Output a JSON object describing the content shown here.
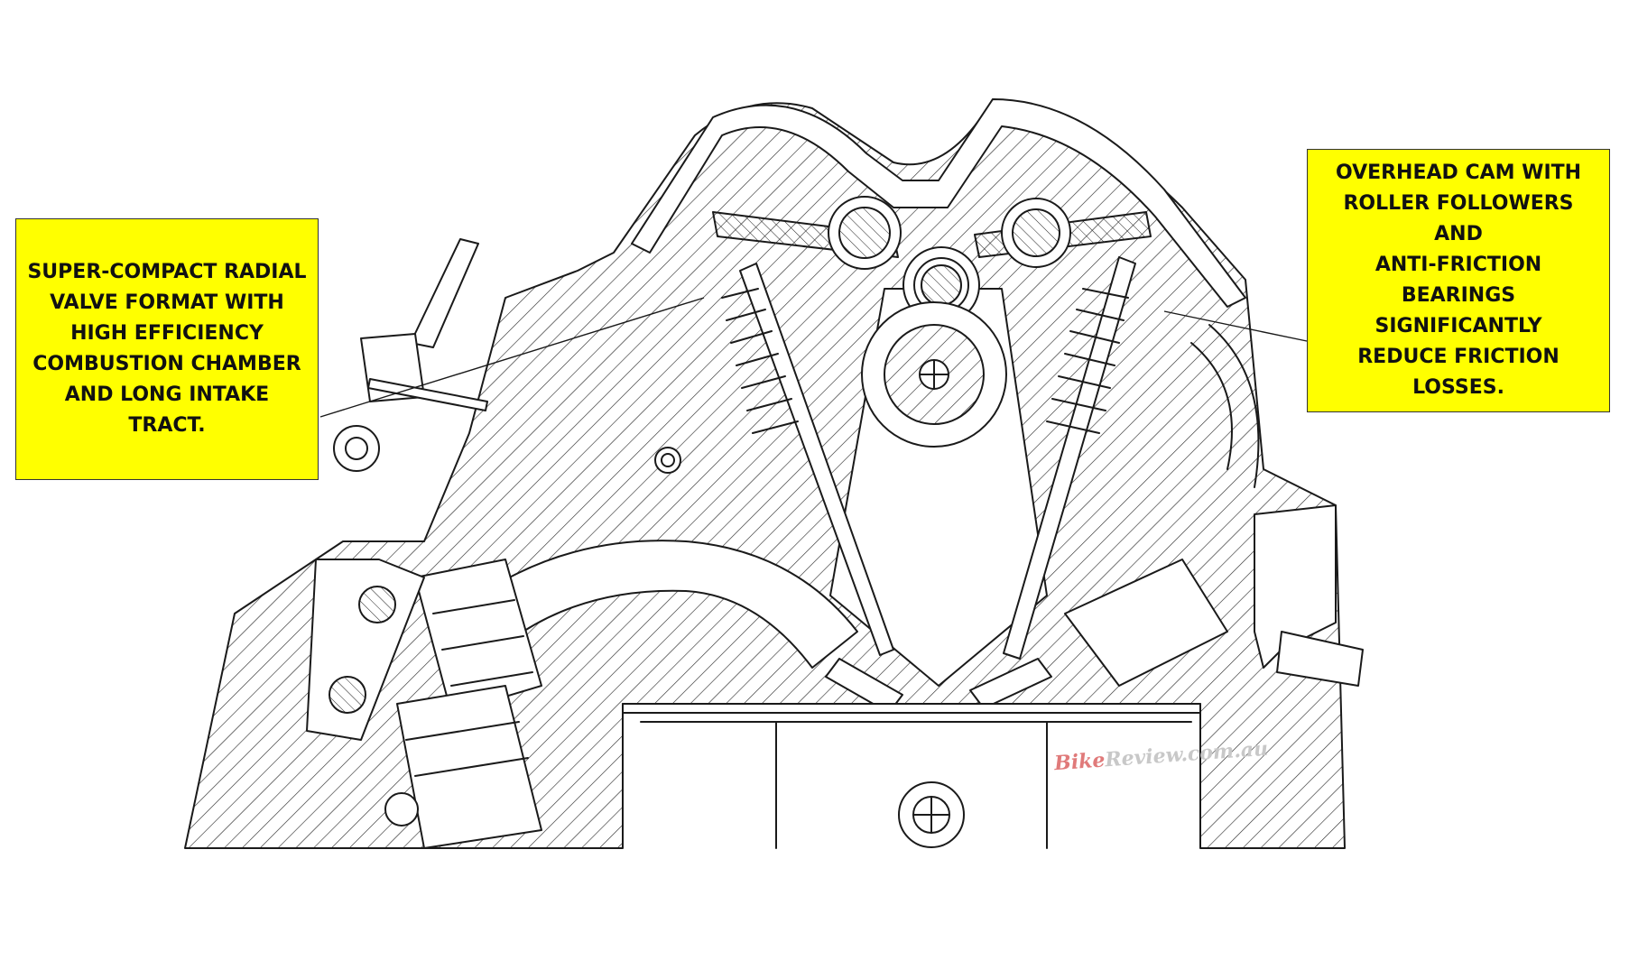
{
  "callouts": {
    "left": {
      "text": "SUPER-COMPACT RADIAL\nVALVE FORMAT WITH\nHIGH EFFICIENCY\nCOMBUSTION CHAMBER\nAND LONG INTAKE\nTRACT."
    },
    "right": {
      "text": "OVERHEAD CAM WITH\nROLLER FOLLOWERS AND\nANTI-FRICTION\nBEARINGS SIGNIFICANTLY\nREDUCE FRICTION\nLOSSES."
    }
  },
  "watermark": {
    "brand_a": "Bike",
    "brand_b": "Review",
    "suffix": ".com.au"
  },
  "colors": {
    "callout_bg": "#ffff00",
    "ink": "#1a1a1a",
    "background": "#ffffff"
  }
}
